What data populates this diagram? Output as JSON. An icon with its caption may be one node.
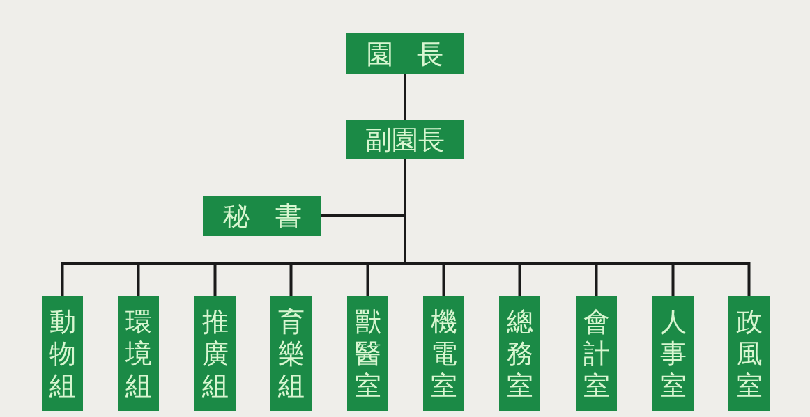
{
  "diagram": {
    "nodes": [
      {
        "text": [
          "園長"
        ]
      },
      {
        "text": [
          "副園長"
        ]
      },
      {
        "text": [
          "秘書"
        ]
      },
      {
        "text": [
          "動物組"
        ]
      },
      {
        "text": [
          "環境組"
        ]
      },
      {
        "text": [
          "推廣組"
        ]
      },
      {
        "text": [
          "育樂組"
        ]
      },
      {
        "text": [
          "獸醫室"
        ]
      },
      {
        "text": [
          "機電室"
        ]
      },
      {
        "text": [
          "總務室"
        ]
      },
      {
        "text": [
          "會計室"
        ]
      },
      {
        "text": [
          "人事室"
        ]
      },
      {
        "text": [
          "政風室"
        ]
      }
    ],
    "edges": [
      {
        "from": 0,
        "to": 1,
        "arrow": "none"
      },
      {
        "from": 1,
        "to": 2,
        "arrow": "none"
      },
      {
        "from": 1,
        "to": 3,
        "arrow": "none"
      },
      {
        "from": 1,
        "to": 4,
        "arrow": "none"
      },
      {
        "from": 1,
        "to": 5,
        "arrow": "none"
      },
      {
        "from": 1,
        "to": 6,
        "arrow": "none"
      },
      {
        "from": 1,
        "to": 7,
        "arrow": "none"
      },
      {
        "from": 1,
        "to": 8,
        "arrow": "none"
      },
      {
        "from": 1,
        "to": 9,
        "arrow": "none"
      },
      {
        "from": 1,
        "to": 10,
        "arrow": "none"
      },
      {
        "from": 1,
        "to": 11,
        "arrow": "none"
      },
      {
        "from": 1,
        "to": 12,
        "arrow": "none"
      }
    ]
  }
}
